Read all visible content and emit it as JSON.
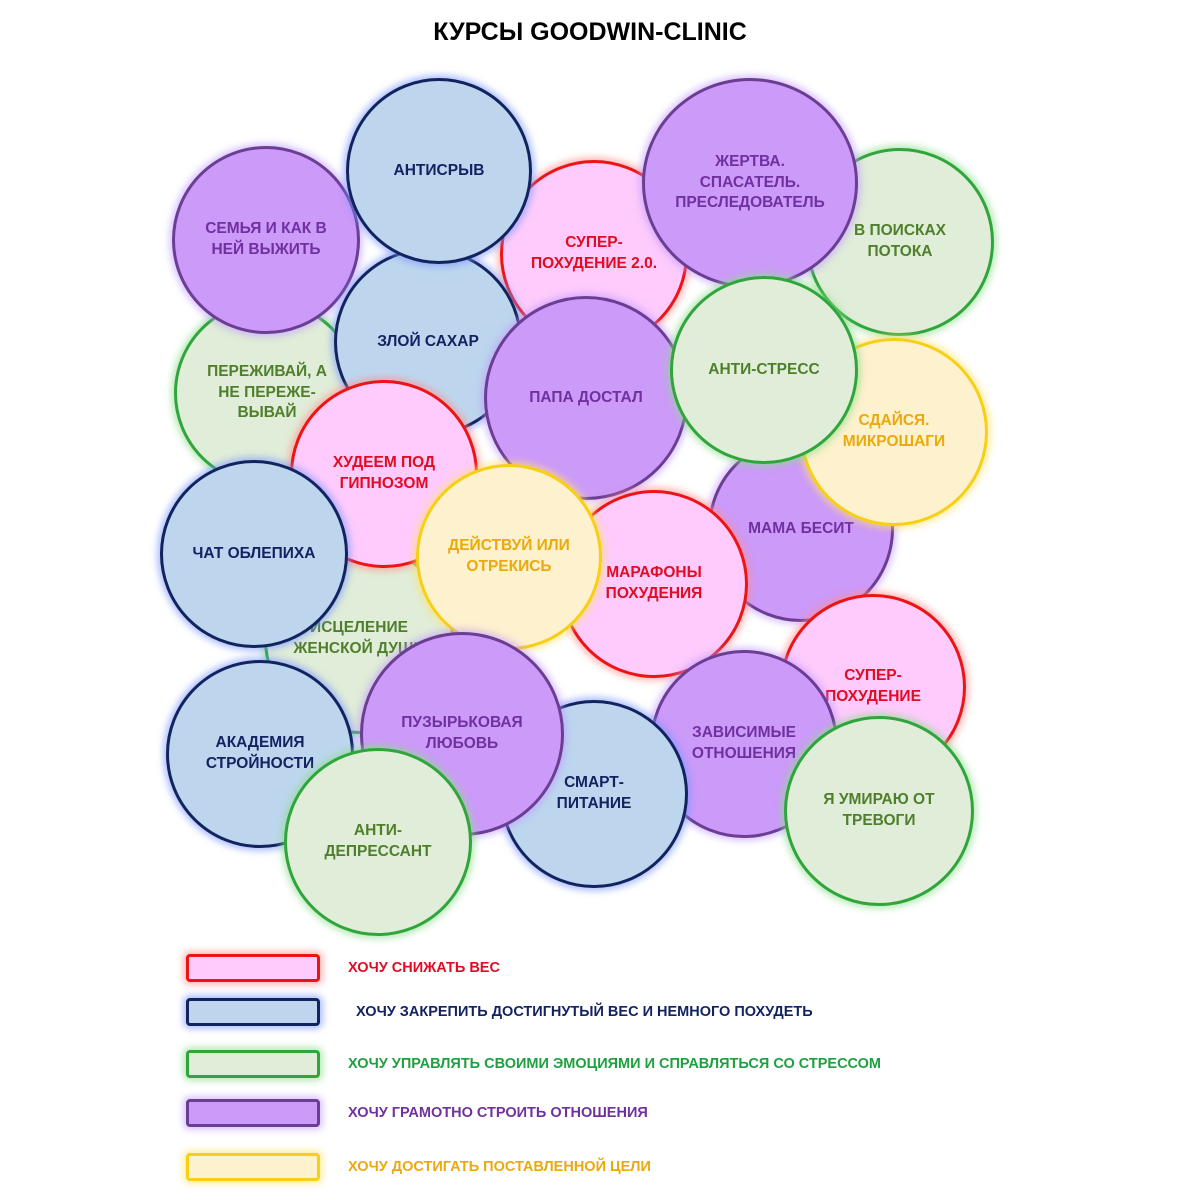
{
  "title": "КУРСЫ GOODWIN-CLINIC",
  "courses": [
    {
      "id": "perezhivay",
      "label": "ПЕРЕЖИВАЙ, А НЕ ПЕРЕЖЕ-ВЫВАЙ",
      "category": "emotion"
    },
    {
      "id": "semya",
      "label": "СЕМЬЯ И КАК В НЕЙ ВЫЖИТЬ",
      "category": "relationships"
    },
    {
      "id": "v-poiskah-potoka",
      "label": "В ПОИСКАХ ПОТОКА",
      "category": "emotion"
    },
    {
      "id": "super-pohudenie-2",
      "label": "СУПЕР-ПОХУДЕНИЕ 2.0.",
      "category": "weight"
    },
    {
      "id": "zloy-sahar",
      "label": "ЗЛОЙ САХАР",
      "category": "keep"
    },
    {
      "id": "antisryv",
      "label": "АНТИСРЫВ",
      "category": "keep"
    },
    {
      "id": "zhertva",
      "label": "ЖЕРТВА. СПАСАТЕЛЬ. ПРЕСЛЕДОВАТЕЛЬ",
      "category": "relationships"
    },
    {
      "id": "mama-besit",
      "label": "МАМА БЕСИТ",
      "category": "relationships"
    },
    {
      "id": "sdaysya",
      "label": "СДАЙСЯ. МИКРОШАГИ",
      "category": "goal"
    },
    {
      "id": "papa-dostal",
      "label": "ПАПА ДОСТАЛ",
      "category": "relationships"
    },
    {
      "id": "anti-stress",
      "label": "АНТИ-СТРЕСС",
      "category": "emotion"
    },
    {
      "id": "iscelenie",
      "label": "ИСЦЕЛЕНИЕ ЖЕНСКОЙ ДУШИ",
      "category": "emotion"
    },
    {
      "id": "hudeem-pod-gipnozom",
      "label": "ХУДЕЕМ ПОД ГИПНОЗОМ",
      "category": "weight"
    },
    {
      "id": "marafony",
      "label": "МАРАФОНЫ ПОХУДЕНИЯ",
      "category": "weight"
    },
    {
      "id": "chat-oblepiha",
      "label": "ЧАТ ОБЛЕПИХА",
      "category": "keep"
    },
    {
      "id": "deystvuy",
      "label": "ДЕЙСТВУЙ ИЛИ ОТРЕКИСЬ",
      "category": "goal"
    },
    {
      "id": "super-pohudenie",
      "label": "СУПЕР-ПОХУДЕНИЕ",
      "category": "weight"
    },
    {
      "id": "akademiya",
      "label": "АКАДЕМИЯ СТРОЙНОСТИ",
      "category": "keep"
    },
    {
      "id": "zavisimye",
      "label": "ЗАВИСИМЫЕ ОТНОШЕНИЯ",
      "category": "relationships"
    },
    {
      "id": "smart-pitanie",
      "label": "СМАРТ-ПИТАНИЕ",
      "category": "keep"
    },
    {
      "id": "puzyrkovaya",
      "label": "ПУЗЫРЬКОВАЯ ЛЮБОВЬ",
      "category": "relationships"
    },
    {
      "id": "anti-depressant",
      "label": "АНТИ-ДЕПРЕССАНТ",
      "category": "emotion"
    },
    {
      "id": "ya-umirayu",
      "label": "Я УМИРАЮ ОТ ТРЕВОГИ",
      "category": "emotion"
    }
  ],
  "legend": [
    {
      "category": "weight",
      "label": "ХОЧУ СНИЖАТЬ ВЕС"
    },
    {
      "category": "keep",
      "label": "ХОЧУ ЗАКРЕПИТЬ ДОСТИГНУТЫЙ ВЕС И НЕМНОГО ПОХУДЕТЬ"
    },
    {
      "category": "emotion",
      "label": "ХОЧУ УПРАВЛЯТЬ СВОИМИ ЭМОЦИЯМИ И СПРАВЛЯТЬСЯ СО СТРЕССОМ"
    },
    {
      "category": "relationships",
      "label": "ХОЧУ ГРАМОТНО СТРОИТЬ ОТНОШЕНИЯ"
    },
    {
      "category": "goal",
      "label": "ХОЧУ ДОСТИГАТЬ ПОСТАВЛЕННОЙ ЦЕЛИ"
    }
  ],
  "category_colors": {
    "weight": {
      "fill": "#fecbfc",
      "border": "#ec1414",
      "text": "#e00c24"
    },
    "keep": {
      "fill": "#bdd6ee",
      "border": "#12245f",
      "text": "#132361"
    },
    "emotion": {
      "fill": "#e0edd8",
      "border": "#2fa53b",
      "text": "#4f7f2b"
    },
    "relationships": {
      "fill": "#cc9af9",
      "border": "#6b3d94",
      "text": "#7030a0"
    },
    "goal": {
      "fill": "#fef1cd",
      "border": "#f7cf14",
      "text": "#eaa90c"
    }
  }
}
